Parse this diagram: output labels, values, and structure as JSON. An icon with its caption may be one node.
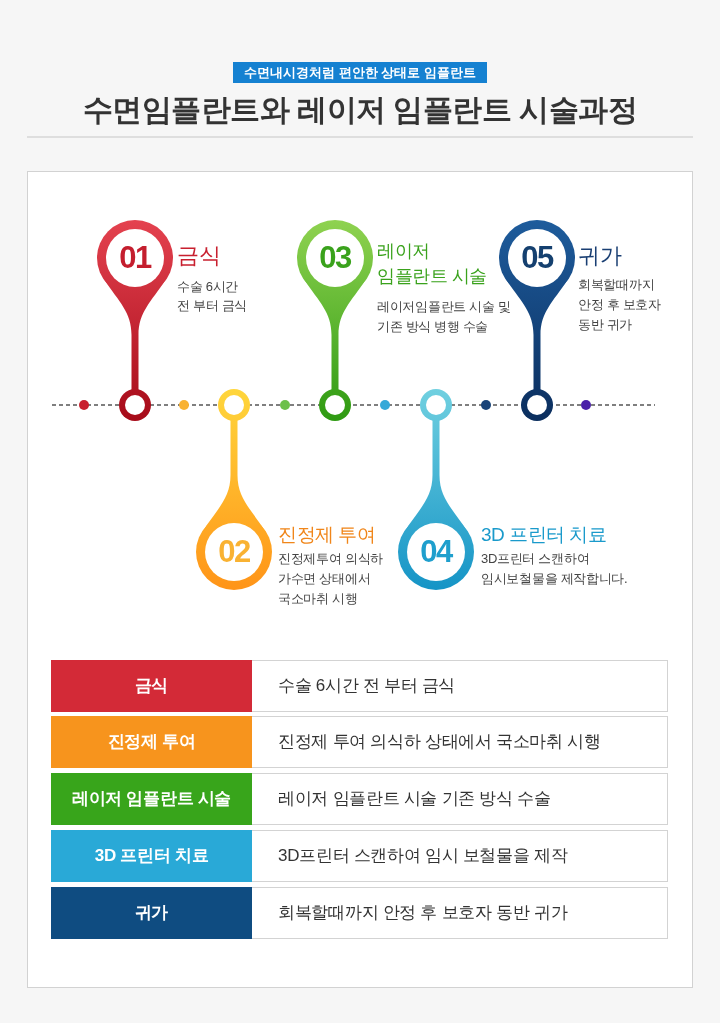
{
  "diagram": {
    "title": "수면임플란트와 레이저 임플란트 시술과정",
    "nodes": [
      {
        "text": [
          "01",
          "금식",
          "수술 6시간 전 부터 금식"
        ]
      },
      {
        "text": [
          "02",
          "진정제 투여",
          "진정제투여 의식하 가수면 상태에서 국소마취 시행"
        ]
      },
      {
        "text": [
          "03",
          "레이저 임플란트 시술",
          "레이저임플란트 시술 및 기존 방식 병행 수술"
        ]
      },
      {
        "text": [
          "04",
          "3D 프린터 치료",
          "3D프린터 스캔하여 임시보철물을 제작합니다."
        ]
      },
      {
        "text": [
          "05",
          "귀가",
          "회복할때까지 안정 후 보호자 동반 귀가"
        ]
      }
    ],
    "labels": [
      "수면내시경처럼 편안한 상태로 임플란트",
      "금식",
      "수술 6시간 전 부터 금식",
      "진정제 투여",
      "진정제 투여 의식하 상태에서 국소마취 시행",
      "레이저 임플란트 시술",
      "레이저 임플란트 시술 기존 방식 수술",
      "3D 프린터 치료",
      "3D프린터 스캔하여 임시 보철물을 제작",
      "귀가",
      "회복할때까지 안정 후 보호자 동반 귀가"
    ]
  }
}
